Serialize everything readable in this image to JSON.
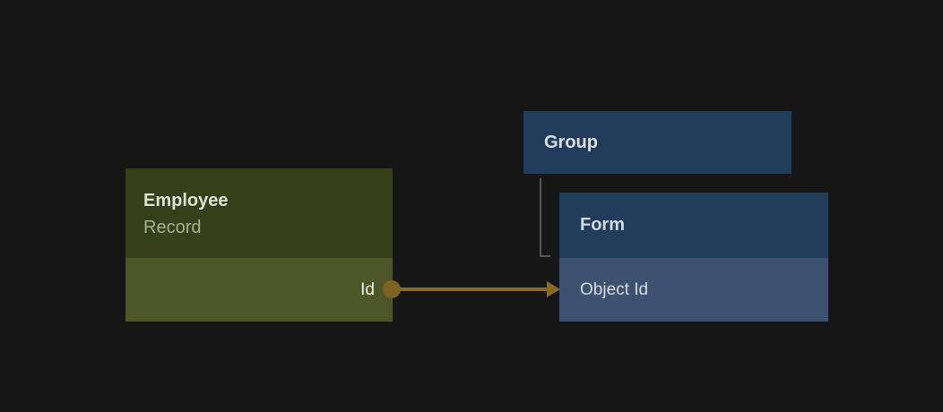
{
  "canvas": {
    "background": "#161616"
  },
  "nodes": {
    "employee": {
      "title": "Employee",
      "subtitle": "Record",
      "header_color": "#364018",
      "body_color": "#4c5628",
      "fields": [
        {
          "label": "Id"
        }
      ]
    },
    "group": {
      "title": "Group",
      "header_color": "#223d5c"
    },
    "form": {
      "title": "Form",
      "header_color": "#223d5c",
      "body_color": "#3d5271",
      "fields": [
        {
          "label": "Object Id"
        }
      ]
    }
  },
  "edges": {
    "relation": {
      "from": "Employee.Id",
      "to": "Form.Object Id",
      "color": "#8a6a23",
      "port_color": "#7d6222"
    },
    "hierarchy": {
      "from": "Group",
      "to": "Form",
      "color": "#565656"
    }
  }
}
